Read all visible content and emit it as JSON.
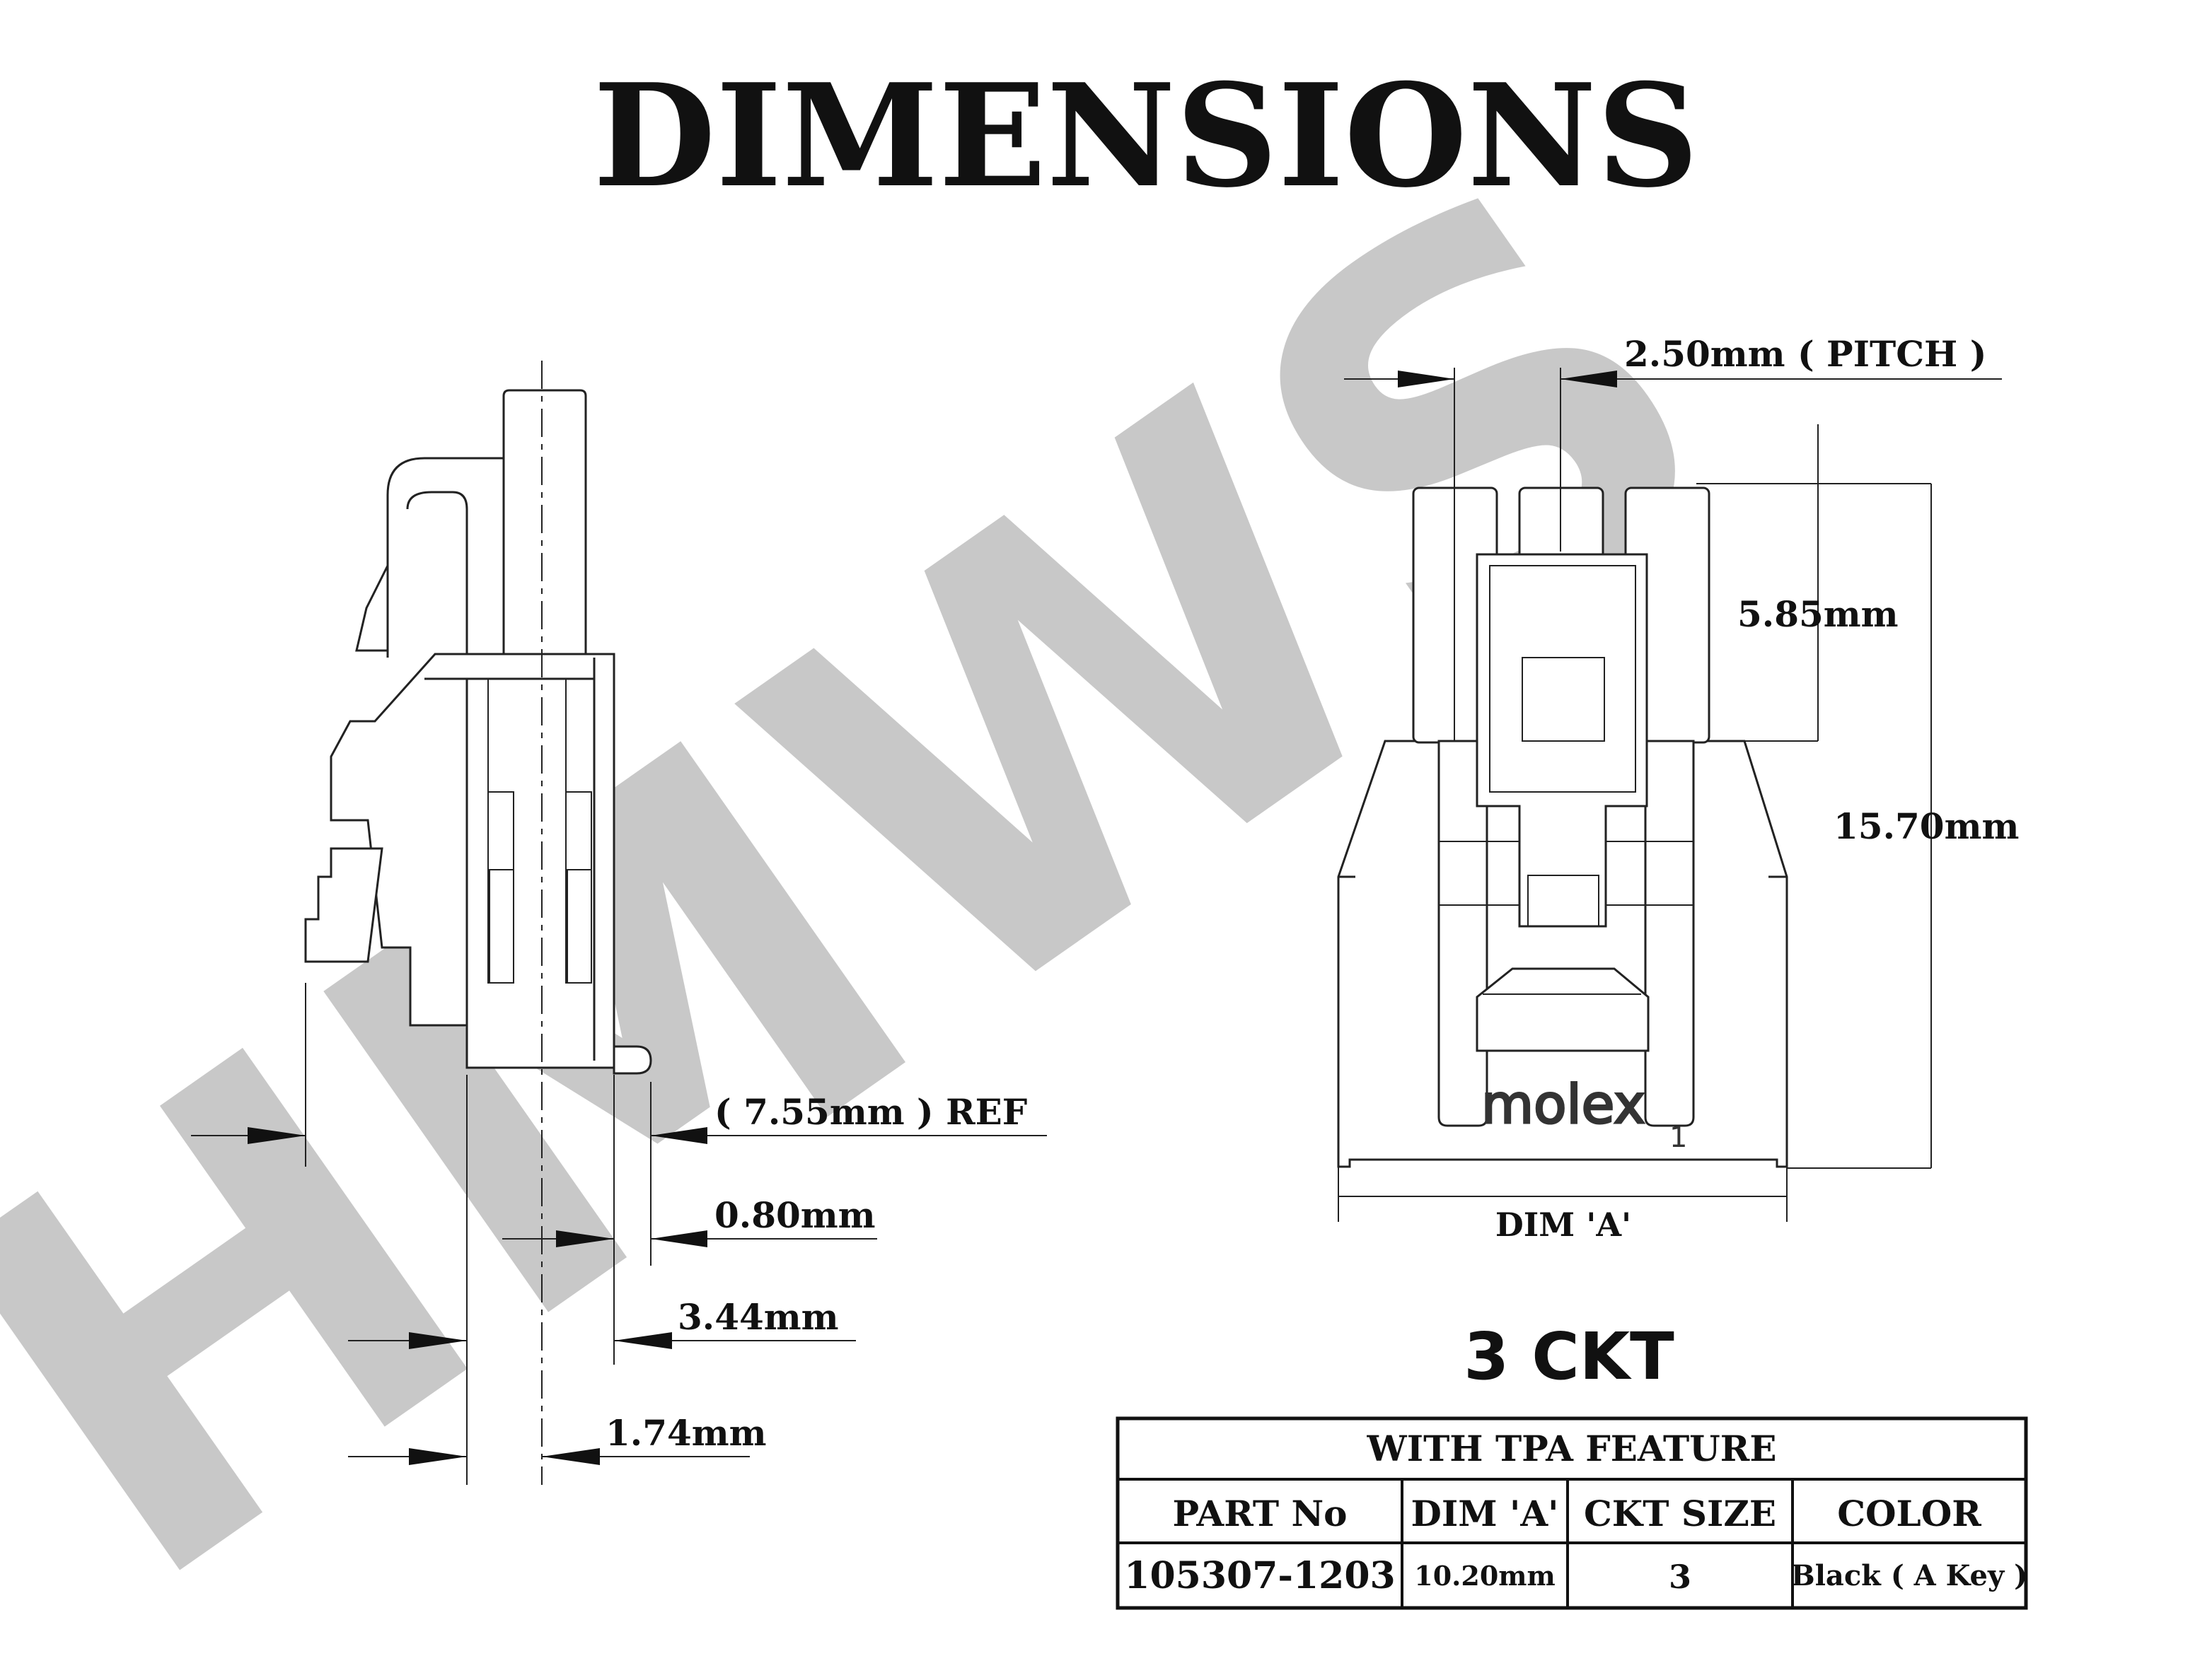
{
  "title": "DIMENSIONS",
  "watermark": "HMWS",
  "side_view": {
    "dims": {
      "ref": "( 7.55mm ) REF",
      "d080": "0.80mm",
      "d344": "3.44mm",
      "d174": "1.74mm"
    }
  },
  "front_view": {
    "dims": {
      "pitch": "2.50mm ( PITCH )",
      "d585": "5.85mm",
      "d1570": "15.70mm",
      "dim_a": "DIM 'A'"
    },
    "logo_text": "molex",
    "pin_marker": "1"
  },
  "circuit_label": "3 CKT",
  "table": {
    "caption": "WITH TPA FEATURE",
    "headers": [
      "PART No",
      "DIM 'A'",
      "CKT SIZE",
      "COLOR"
    ],
    "rows": [
      [
        "105307-1203",
        "10.20mm",
        "3",
        "Black ( A Key )"
      ]
    ]
  },
  "colors": {
    "watermark": "#c8c8c8",
    "ink": "#111111"
  }
}
